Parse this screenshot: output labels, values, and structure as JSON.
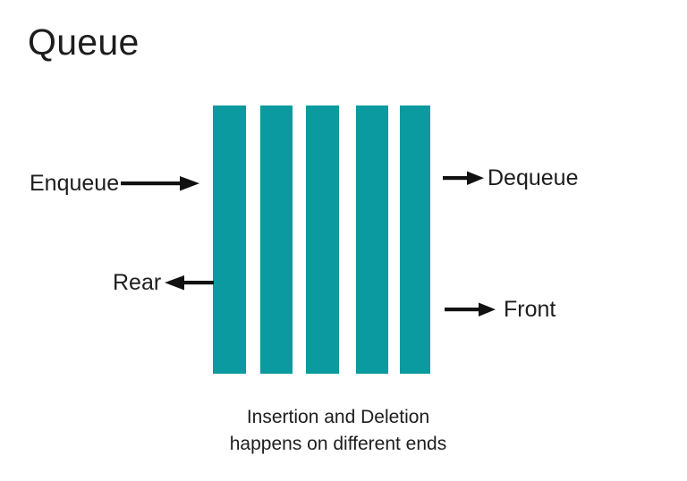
{
  "page": {
    "title": "Queue",
    "background_color": "#ffffff",
    "text_color": "#1d1d1d"
  },
  "diagram": {
    "accent_color": "#0a9aa0",
    "bar_count": 5,
    "bars": [
      {
        "index": 1,
        "label": ""
      },
      {
        "index": 2,
        "label": ""
      },
      {
        "index": 3,
        "label": ""
      },
      {
        "index": 4,
        "label": ""
      },
      {
        "index": 5,
        "label": ""
      }
    ],
    "annotations": [
      {
        "id": "enqueue",
        "label": "Enqueue",
        "arrow_direction": "right",
        "side": "left",
        "icon": "arrow-right-icon"
      },
      {
        "id": "dequeue",
        "label": "Dequeue",
        "arrow_direction": "right",
        "side": "right",
        "icon": "arrow-right-icon"
      },
      {
        "id": "rear",
        "label": "Rear",
        "arrow_direction": "left",
        "side": "left",
        "icon": "arrow-left-icon"
      },
      {
        "id": "front",
        "label": "Front",
        "arrow_direction": "right",
        "side": "right",
        "icon": "arrow-right-icon"
      }
    ]
  },
  "caption": {
    "line1": "Insertion and Deletion",
    "line2": "happens on different ends"
  }
}
